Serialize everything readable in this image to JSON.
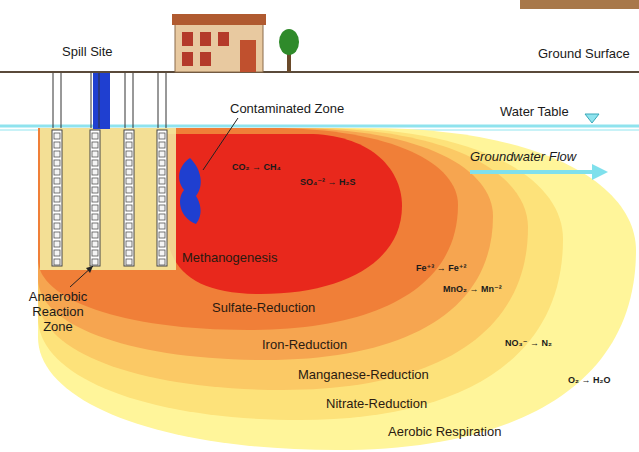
{
  "diagram": {
    "nodes": [
      {
        "text": [
          "Aerobic Respiration"
        ]
      },
      {
        "text": [
          "Nitrate-Reduction"
        ],
        "in": 0
      },
      {
        "text": [
          "Manganese-Reduction"
        ],
        "in": 1
      },
      {
        "text": [
          "Iron-Reduction"
        ],
        "in": 2
      },
      {
        "text": [
          "Sulfate-Reduction"
        ],
        "in": 3
      },
      {
        "text": [
          "Methanogenesis"
        ],
        "in": 4
      }
    ],
    "labels": [
      "Spill Site",
      "Ground Surface",
      "Contaminated Zone",
      "Water Table",
      "Groundwater Flow",
      "CO₂ → CH₄",
      "SO₄⁻² → H₂S",
      "Fe⁺³ → Fe⁺²",
      "MnO₂ → Mn⁻²",
      "NO₃⁻ → N₂",
      "O₂ → H₂O",
      "Anaerobic Reaction Zone"
    ]
  }
}
